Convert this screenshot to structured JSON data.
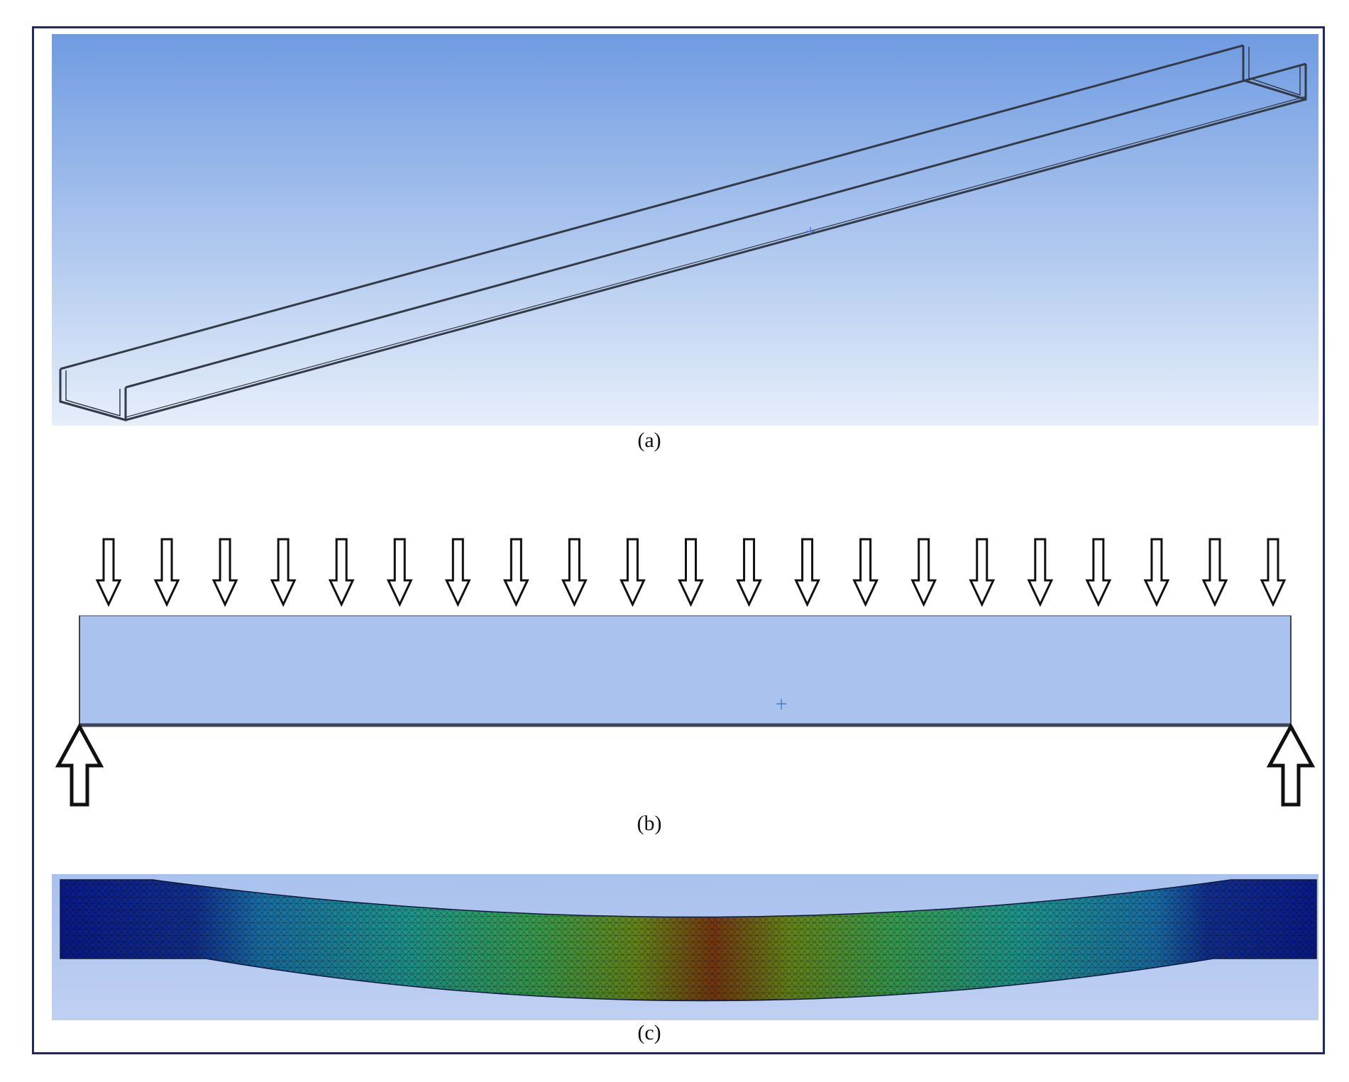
{
  "figure": {
    "panels": [
      {
        "id": "a",
        "label": "(a)"
      },
      {
        "id": "b",
        "label": "(b)"
      },
      {
        "id": "c",
        "label": "(c)"
      }
    ],
    "load_arrow_count": 21,
    "support_arrow_count": 2,
    "colors": {
      "frame": "#1b2a66",
      "viewport_top": "#6f9be2",
      "viewport_bottom": "#e6eefa",
      "beam_fill": "#aac2ee",
      "contour": [
        "#0a1a8c",
        "#1a8fb0",
        "#2aa86a",
        "#5aa020",
        "#8a2010"
      ]
    }
  }
}
